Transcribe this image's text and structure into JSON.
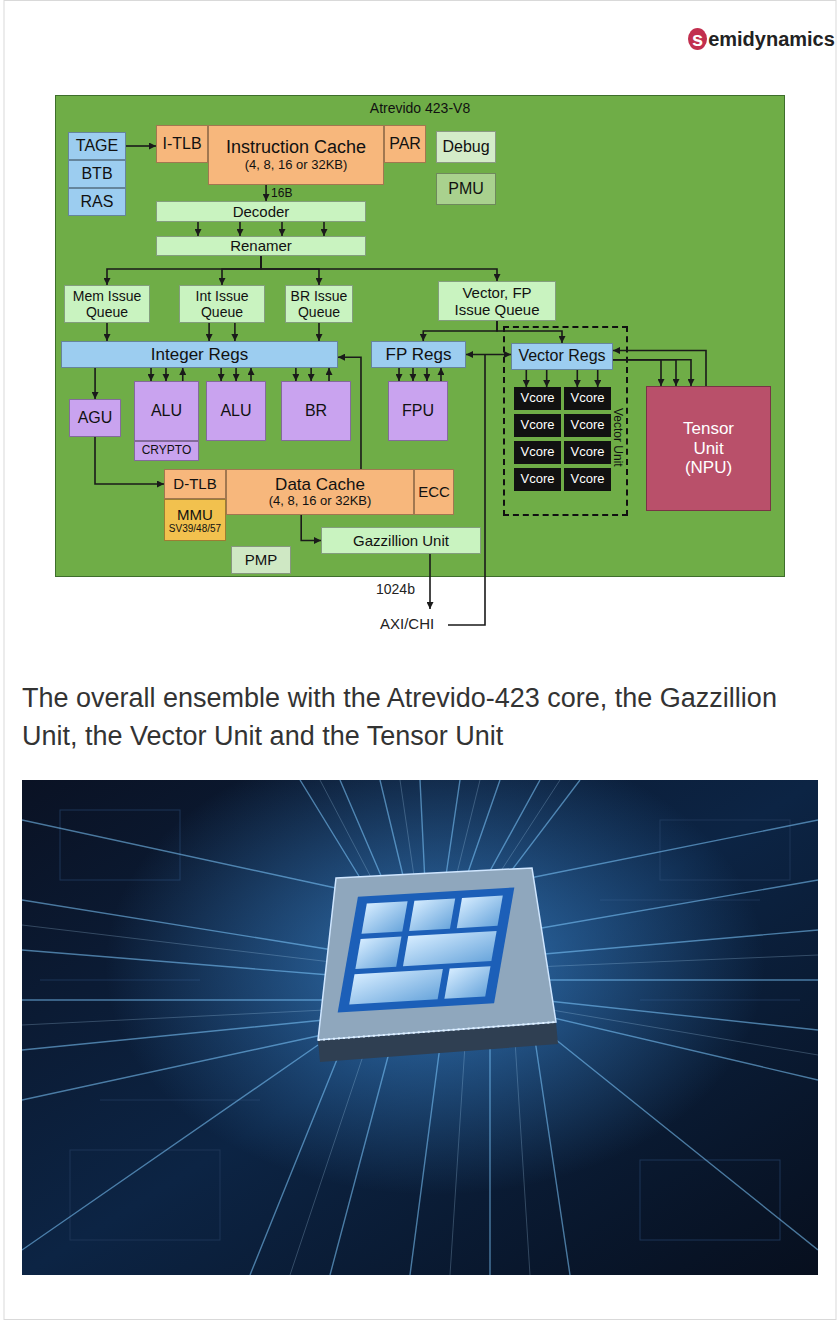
{
  "diagram": {
    "caption": "The overall ensemble with the Atrevido-423 core, the Gazzillion Unit, the Vector Unit and the Tensor Unit",
    "nodes": [
      {
        "text": [
          "Atrevido 423-V8"
        ]
      },
      {
        "text": [
          "TAGE"
        ],
        "in": 0
      },
      {
        "text": [
          "BTB"
        ],
        "in": 0
      },
      {
        "text": [
          "RAS"
        ],
        "in": 0
      },
      {
        "text": [
          "I-TLB"
        ],
        "in": 0
      },
      {
        "text": [
          "Instruction Cache",
          "(4, 8, 16 or 32KB)"
        ],
        "in": 0
      },
      {
        "text": [
          "PAR"
        ],
        "in": 0
      },
      {
        "text": [
          "Debug"
        ],
        "in": 0
      },
      {
        "text": [
          "PMU"
        ],
        "in": 0
      },
      {
        "text": [
          "Decoder"
        ],
        "in": 0
      },
      {
        "text": [
          "Renamer"
        ],
        "in": 0
      },
      {
        "text": [
          "Mem Issue Queue"
        ],
        "in": 0
      },
      {
        "text": [
          "Int Issue Queue"
        ],
        "in": 0
      },
      {
        "text": [
          "BR Issue Queue"
        ],
        "in": 0
      },
      {
        "text": [
          "Vector, FP Issue Queue"
        ],
        "in": 0
      },
      {
        "text": [
          "Integer Regs"
        ],
        "in": 0
      },
      {
        "text": [
          "FP Regs"
        ],
        "in": 0
      },
      {
        "text": [
          "Vector Unit"
        ],
        "in": 0
      },
      {
        "text": [
          "Vector Regs"
        ],
        "in": 17
      },
      {
        "text": [
          "Vcore"
        ],
        "in": 17
      },
      {
        "text": [
          "Vcore"
        ],
        "in": 17
      },
      {
        "text": [
          "Vcore"
        ],
        "in": 17
      },
      {
        "text": [
          "Vcore"
        ],
        "in": 17
      },
      {
        "text": [
          "Vcore"
        ],
        "in": 17
      },
      {
        "text": [
          "Vcore"
        ],
        "in": 17
      },
      {
        "text": [
          "Vcore"
        ],
        "in": 17
      },
      {
        "text": [
          "Vcore"
        ],
        "in": 17
      },
      {
        "text": [
          "AGU"
        ],
        "in": 0
      },
      {
        "text": [
          "ALU"
        ],
        "in": 0
      },
      {
        "text": [
          "CRYPTO"
        ],
        "in": 0
      },
      {
        "text": [
          "ALU"
        ],
        "in": 0
      },
      {
        "text": [
          "BR"
        ],
        "in": 0
      },
      {
        "text": [
          "FPU"
        ],
        "in": 0
      },
      {
        "text": [
          "Tensor Unit (NPU)"
        ],
        "in": 0
      },
      {
        "text": [
          "D-TLB"
        ],
        "in": 0
      },
      {
        "text": [
          "MMU",
          "SV39/48/57"
        ],
        "in": 0
      },
      {
        "text": [
          "Data Cache",
          "(4, 8, 16 or 32KB)"
        ],
        "in": 0
      },
      {
        "text": [
          "ECC"
        ],
        "in": 0
      },
      {
        "text": [
          "Gazzillion Unit"
        ],
        "in": 0
      },
      {
        "text": [
          "PMP"
        ],
        "in": 0
      }
    ],
    "edges": [
      {
        "from": 1,
        "to": 4,
        "arrow": "to"
      },
      {
        "from": 5,
        "to": 9,
        "label": "16B",
        "arrow": "to"
      },
      {
        "from": 9,
        "to": 10,
        "arrow": "to"
      },
      {
        "from": 9,
        "to": 10,
        "arrow": "to"
      },
      {
        "from": 9,
        "to": 10,
        "arrow": "to"
      },
      {
        "from": 9,
        "to": 10,
        "arrow": "to"
      },
      {
        "from": 10,
        "to": 11,
        "arrow": "to"
      },
      {
        "from": 10,
        "to": 12,
        "arrow": "to"
      },
      {
        "from": 10,
        "to": 13,
        "arrow": "to"
      },
      {
        "from": 10,
        "to": 14,
        "arrow": "to"
      },
      {
        "from": 11,
        "to": 15,
        "arrow": "to"
      },
      {
        "from": 12,
        "to": 15,
        "arrow": "to"
      },
      {
        "from": 12,
        "to": 15,
        "arrow": "to"
      },
      {
        "from": 13,
        "to": 15,
        "arrow": "to"
      },
      {
        "from": 14,
        "to": 16,
        "arrow": "to"
      },
      {
        "from": 14,
        "to": 18,
        "arrow": "to"
      },
      {
        "from": 15,
        "to": 27,
        "arrow": "to"
      },
      {
        "from": 15,
        "to": 28,
        "arrow": "to"
      },
      {
        "from": 15,
        "to": 28,
        "arrow": "to"
      },
      {
        "from": 28,
        "to": 15,
        "arrow": "to"
      },
      {
        "from": 15,
        "to": 30,
        "arrow": "to"
      },
      {
        "from": 15,
        "to": 30,
        "arrow": "to"
      },
      {
        "from": 30,
        "to": 15,
        "arrow": "to"
      },
      {
        "from": 15,
        "to": 31,
        "arrow": "to"
      },
      {
        "from": 15,
        "to": 31,
        "arrow": "to"
      },
      {
        "from": 31,
        "to": 15,
        "arrow": "to"
      },
      {
        "from": 16,
        "to": 32,
        "arrow": "to"
      },
      {
        "from": 16,
        "to": 32,
        "arrow": "to"
      },
      {
        "from": 16,
        "to": 32,
        "arrow": "to"
      },
      {
        "from": 32,
        "to": 16,
        "arrow": "to"
      },
      {
        "from": 16,
        "to": 18,
        "arrow": "both"
      },
      {
        "from": 18,
        "to": 19,
        "arrow": "to"
      },
      {
        "from": 18,
        "to": 19,
        "arrow": "to"
      },
      {
        "from": 18,
        "to": 20,
        "arrow": "to"
      },
      {
        "from": 18,
        "to": 20,
        "arrow": "to"
      },
      {
        "from": 18,
        "to": 33,
        "arrow": "to"
      },
      {
        "from": 18,
        "to": 33,
        "arrow": "to"
      },
      {
        "from": 18,
        "to": 33,
        "arrow": "to"
      },
      {
        "from": 33,
        "to": 18,
        "arrow": "to"
      },
      {
        "from": 27,
        "to": 34,
        "arrow": "to"
      },
      {
        "from": 36,
        "to": 38,
        "arrow": "to"
      },
      {
        "from": 36,
        "to": 15,
        "arrow": "to"
      }
    ],
    "labels": [
      "1024b",
      "AXI/CHI",
      "semidynamics"
    ]
  }
}
